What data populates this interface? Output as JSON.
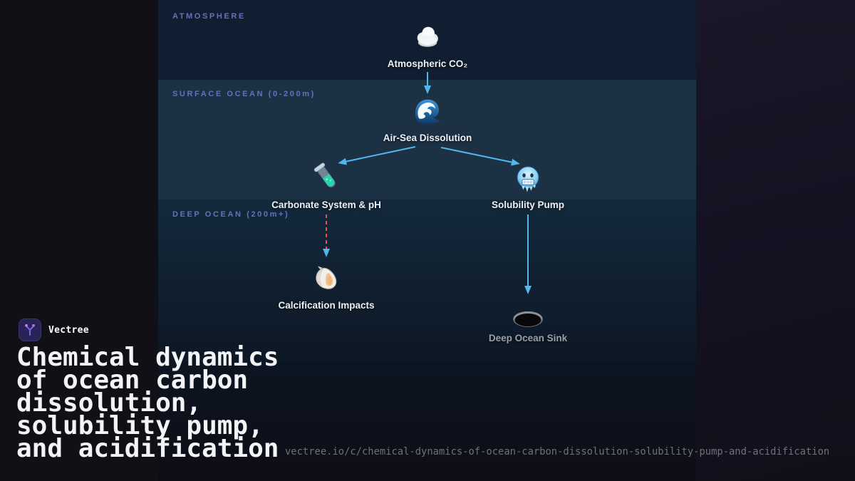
{
  "brand": {
    "name": "Vectree",
    "logo_icon": "vectree-logo-icon"
  },
  "card_title": "Chemical dynamics of ocean carbon dissolution, solubility pump, and acidification",
  "card_title_lines": [
    "Chemical dynamics",
    "of ocean carbon",
    "dissolution,",
    "solubility pump,",
    "and acidification"
  ],
  "footer": {
    "url": "vectree.io/c/chemical-dynamics-of-ocean-carbon-dissolution-solubility-pump-and-acidification"
  },
  "diagram": {
    "layers": [
      {
        "label": "ATMOSPHERE"
      },
      {
        "label": "SURFACE OCEAN (0-200m)"
      },
      {
        "label": "DEEP OCEAN (200m+)"
      }
    ],
    "nodes": [
      {
        "id": "atmospheric-co2",
        "label": "Atmospheric CO₂",
        "icon": "cloud-icon",
        "layer": "ATMOSPHERE"
      },
      {
        "id": "air-sea-dissolution",
        "label": "Air-Sea Dissolution",
        "icon": "wave-icon",
        "layer": "SURFACE OCEAN (0-200m)"
      },
      {
        "id": "carbonate-system-ph",
        "label": "Carbonate System & pH",
        "icon": "test-tube-icon",
        "layer": "SURFACE OCEAN (0-200m)"
      },
      {
        "id": "solubility-pump",
        "label": "Solubility Pump",
        "icon": "cold-face-icon",
        "layer": "SURFACE OCEAN (0-200m)"
      },
      {
        "id": "calcification-impacts",
        "label": "Calcification Impacts",
        "icon": "shell-icon",
        "layer": "DEEP OCEAN (200m+)"
      },
      {
        "id": "deep-ocean-sink",
        "label": "Deep Ocean Sink",
        "icon": "hole-icon",
        "layer": "DEEP OCEAN (200m+)"
      }
    ],
    "edges": [
      {
        "from": "atmospheric-co2",
        "to": "air-sea-dissolution",
        "style": "solid",
        "color": "#4fb8ec"
      },
      {
        "from": "air-sea-dissolution",
        "to": "carbonate-system-ph",
        "style": "solid",
        "color": "#4fb8ec"
      },
      {
        "from": "air-sea-dissolution",
        "to": "solubility-pump",
        "style": "solid",
        "color": "#4fb8ec"
      },
      {
        "from": "carbonate-system-ph",
        "to": "calcification-impacts",
        "style": "dashed",
        "color": "#ef4f55"
      },
      {
        "from": "solubility-pump",
        "to": "deep-ocean-sink",
        "style": "solid",
        "color": "#4fb8ec"
      }
    ],
    "colors": {
      "arrow_blue": "#4fb8ec",
      "arrow_red": "#ef4f55",
      "layer_label": "#6472bd",
      "band_atmosphere": "#111d31",
      "band_surface": "#1c3144",
      "band_deep_top": "#132a3c",
      "node_label": "#edf0f4",
      "muted_label": "#9aa0aa"
    }
  }
}
